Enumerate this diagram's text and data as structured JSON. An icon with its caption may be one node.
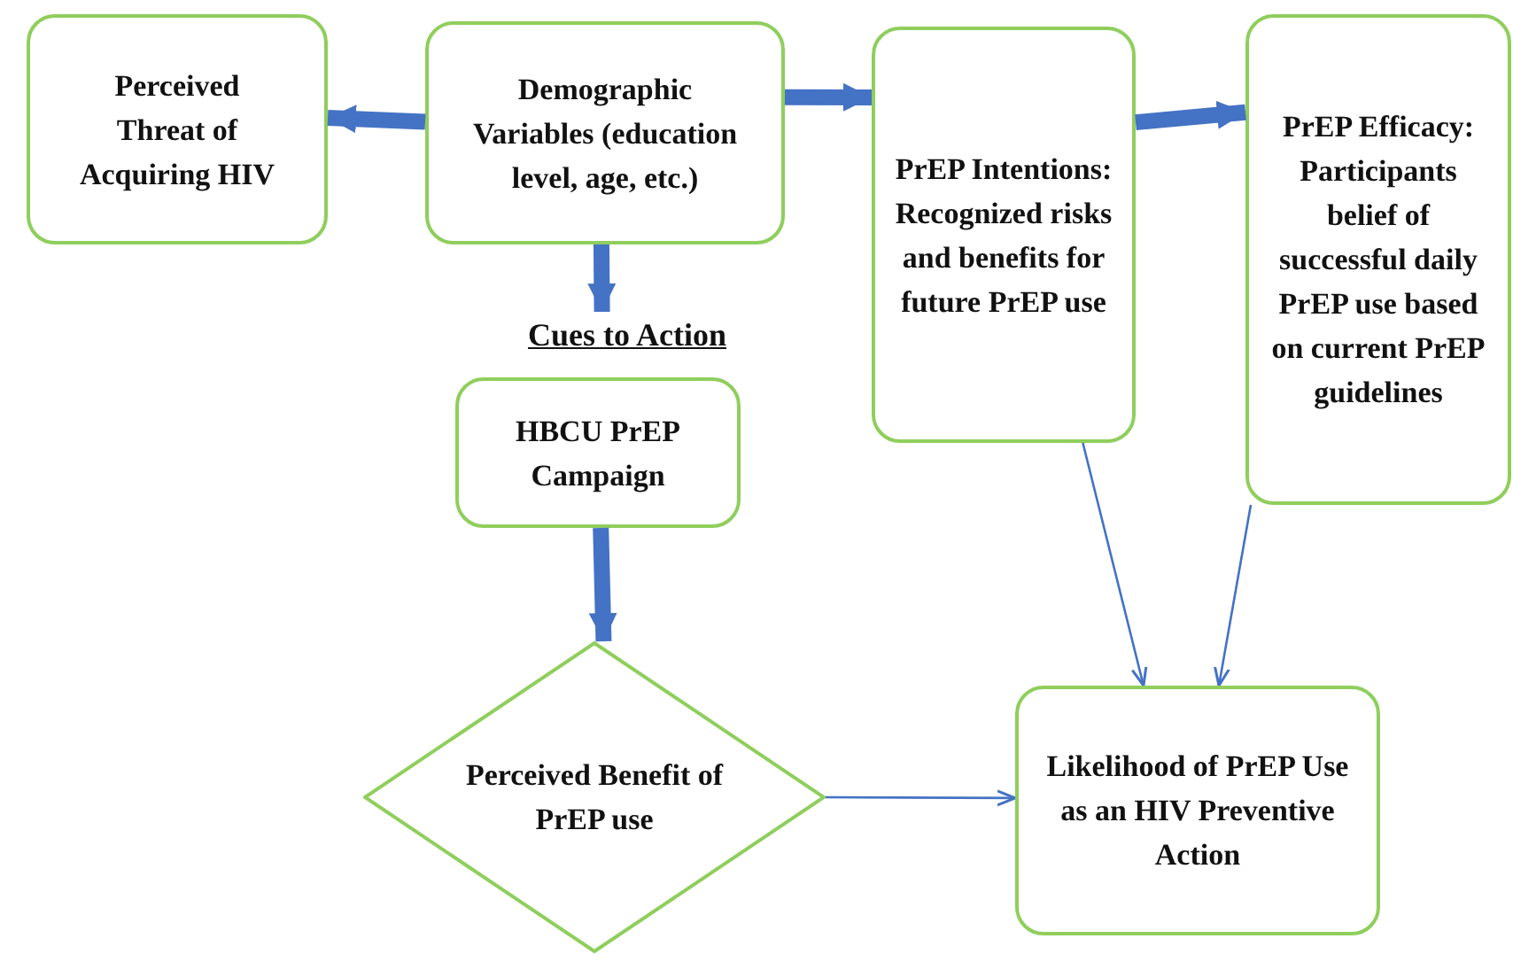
{
  "diagram": {
    "nodes": [
      {
        "text": [
          "Perceived Threat of Acquiring HIV"
        ]
      },
      {
        "text": [
          "Demographic Variables (education level, age, etc.)"
        ]
      },
      {
        "text": [
          "PrEP Intentions: Recognized risks and benefits for future PrEP use"
        ]
      },
      {
        "text": [
          "PrEP Efficacy: Participants belief of successful daily PrEP use based on current PrEP guidelines"
        ]
      },
      {
        "text": [
          "Cues to Action"
        ]
      },
      {
        "text": [
          "HBCU PrEP Campaign"
        ]
      },
      {
        "text": [
          "Perceived Benefit of PrEP use"
        ]
      },
      {
        "text": [
          "Likelihood of PrEP Use as an HIV Preventive Action"
        ]
      }
    ],
    "edges": [
      {
        "from": 1,
        "to": 0,
        "arrow": "to"
      },
      {
        "from": 1,
        "to": 2,
        "arrow": "to"
      },
      {
        "from": 2,
        "to": 3,
        "arrow": "to"
      },
      {
        "from": 1,
        "to": 4,
        "arrow": "to"
      },
      {
        "from": 5,
        "to": 6,
        "arrow": "to"
      },
      {
        "from": 6,
        "to": 7,
        "arrow": "to"
      },
      {
        "from": 2,
        "to": 7,
        "arrow": "to"
      },
      {
        "from": 3,
        "to": 7,
        "arrow": "to"
      }
    ]
  }
}
